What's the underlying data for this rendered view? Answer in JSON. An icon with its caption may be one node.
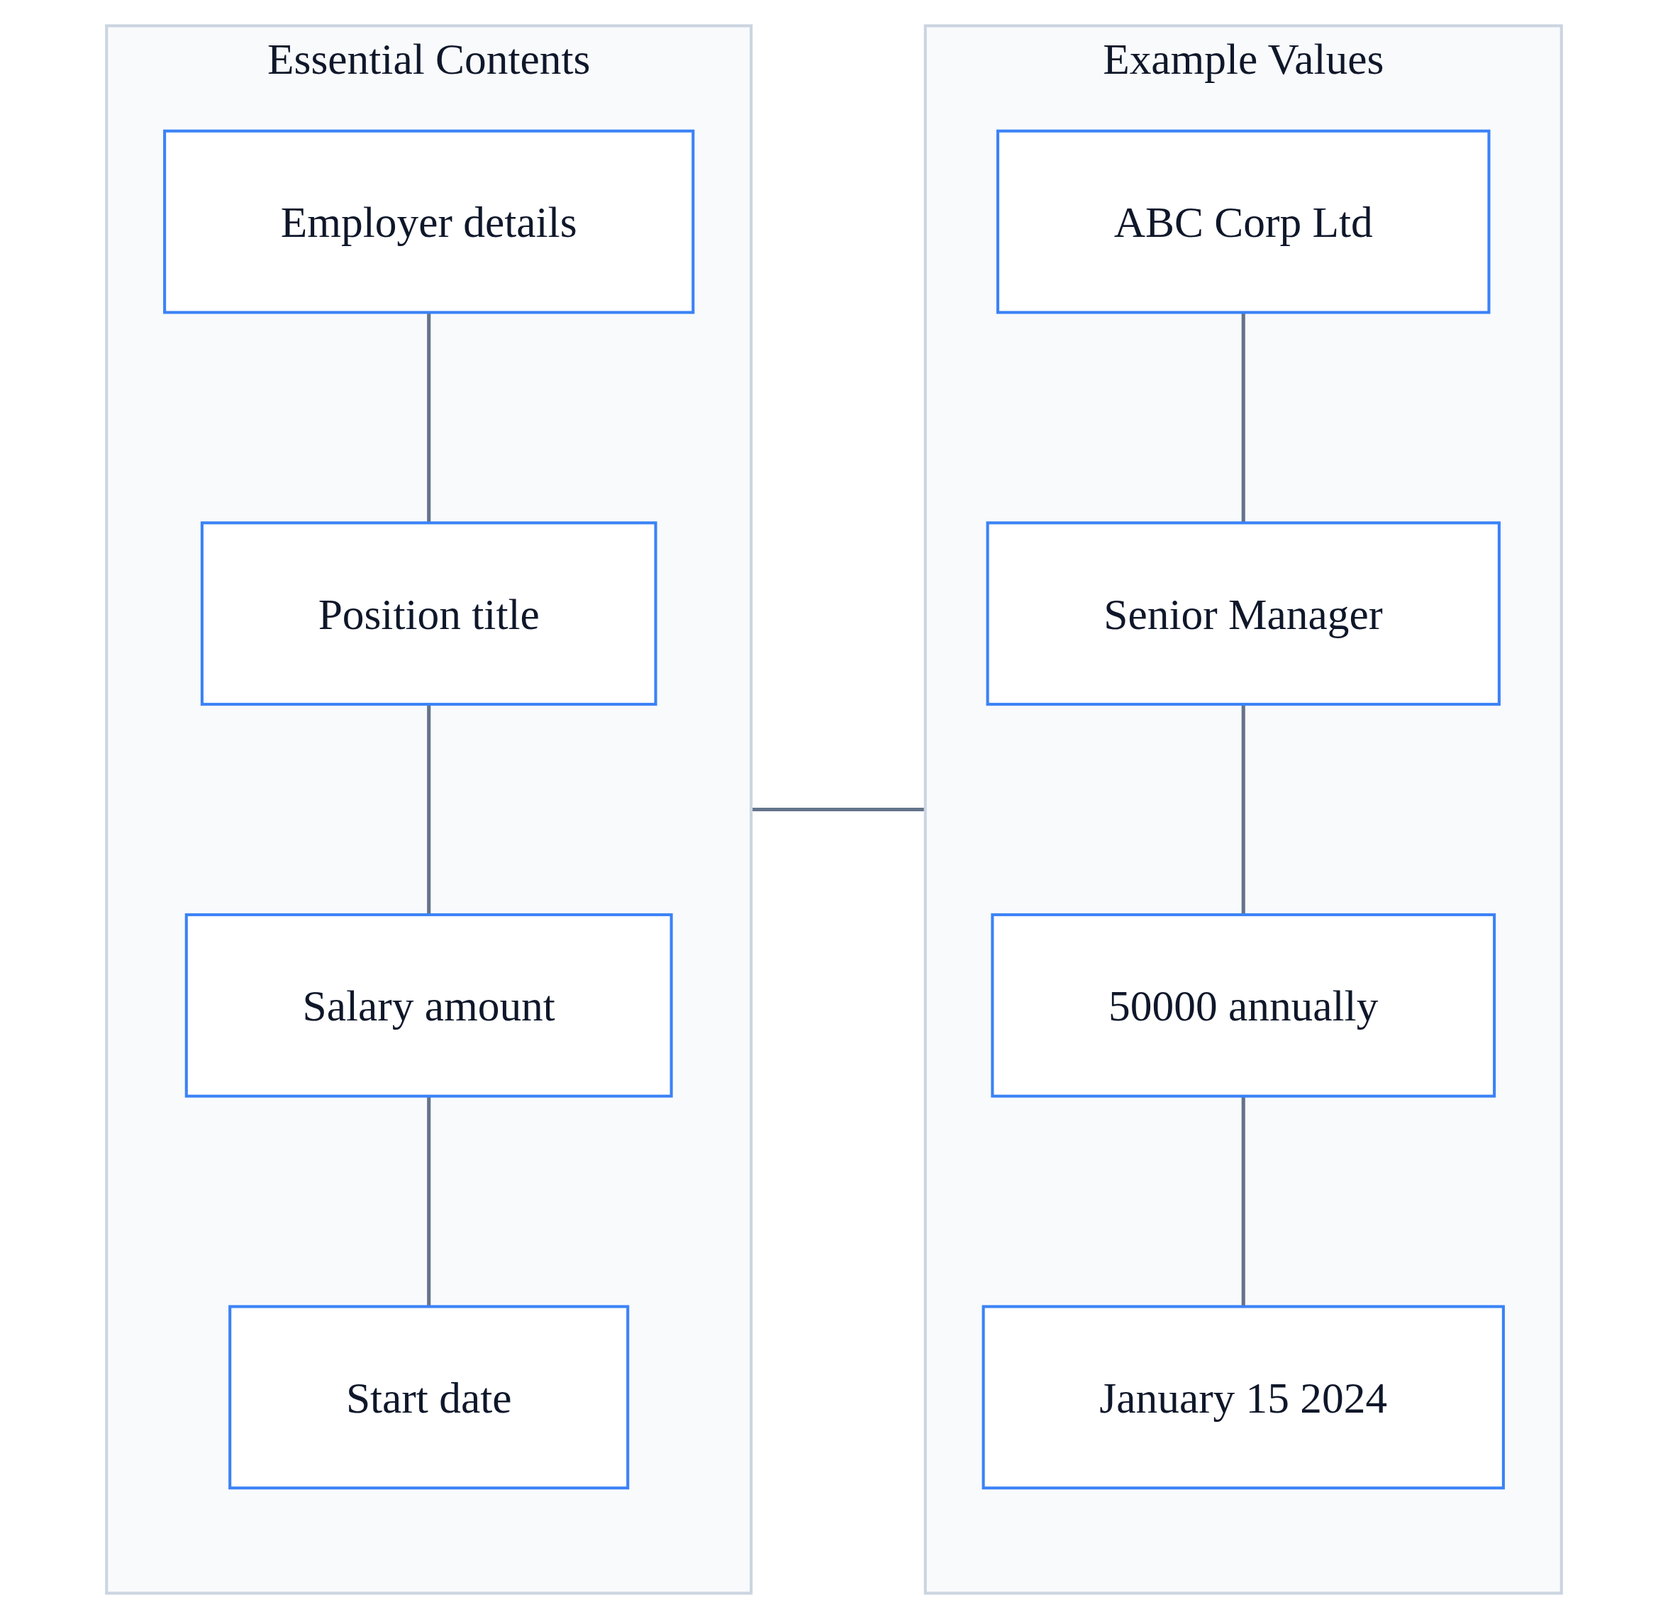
{
  "diagram": {
    "nodes": [
      {
        "text": [
          "Essential Contents"
        ]
      },
      {
        "text": [
          "Employer details"
        ],
        "in": 0
      },
      {
        "text": [
          "Position title"
        ],
        "in": 0
      },
      {
        "text": [
          "Salary amount"
        ],
        "in": 0
      },
      {
        "text": [
          "Start date"
        ],
        "in": 0
      },
      {
        "text": [
          "Example Values"
        ]
      },
      {
        "text": [
          "ABC Corp Ltd"
        ],
        "in": 5
      },
      {
        "text": [
          "Senior Manager"
        ],
        "in": 5
      },
      {
        "text": [
          "50000 annually"
        ],
        "in": 5
      },
      {
        "text": [
          "January 15 2024"
        ],
        "in": 5
      }
    ],
    "edges": [
      {
        "from": 1,
        "to": 2,
        "arrow": "none"
      },
      {
        "from": 2,
        "to": 3,
        "arrow": "none"
      },
      {
        "from": 3,
        "to": 4,
        "arrow": "none"
      },
      {
        "from": 6,
        "to": 7,
        "arrow": "none"
      },
      {
        "from": 7,
        "to": 8,
        "arrow": "none"
      },
      {
        "from": 8,
        "to": 9,
        "arrow": "none"
      },
      {
        "from": 0,
        "to": 5,
        "arrow": "none"
      }
    ]
  }
}
